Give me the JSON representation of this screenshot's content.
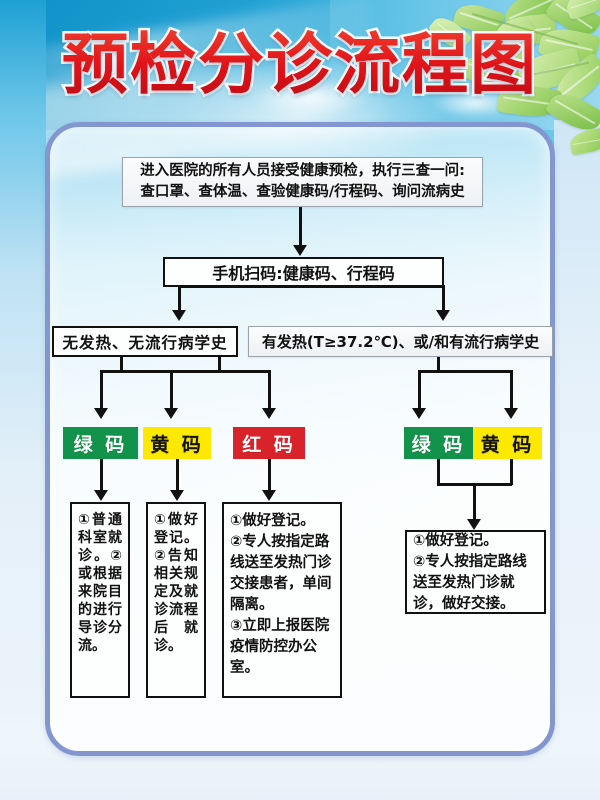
{
  "poster": {
    "title": "预检分诊流程图",
    "colors": {
      "title_red": "#e2191f",
      "panel_border": "#8496cf",
      "green_code": "#13924b",
      "yellow_code": "#fde800",
      "red_code": "#d8232a",
      "sky_blue": "#1e9fd3",
      "line_black": "#111111"
    }
  },
  "flow": {
    "step_intake": {
      "line1": "进入医院的所有人员接受健康预检，执行三查一问:",
      "line2": "查口罩、查体温、查验健康码/行程码、询问流病史"
    },
    "step_scan": {
      "label": "手机扫码:健康码、行程码"
    },
    "branch_left": {
      "label": "无发热、无流行病学史"
    },
    "branch_right": {
      "label": "有发热(T≥37.2℃)、或/和有流行病学史"
    },
    "codes_left": [
      {
        "name": "绿码",
        "label": "绿 码",
        "bg": "#13924b",
        "fg": "#ffffff"
      },
      {
        "name": "黄码",
        "label": "黄 码",
        "bg": "#fde800",
        "fg": "#121212"
      },
      {
        "name": "红码",
        "label": "红 码",
        "bg": "#d8232a",
        "fg": "#ffffff"
      }
    ],
    "codes_right": [
      {
        "name": "绿码",
        "label": "绿 码",
        "bg": "#13924b",
        "fg": "#ffffff"
      },
      {
        "name": "黄码",
        "label": "黄 码",
        "bg": "#fde800",
        "fg": "#121212"
      }
    ],
    "actions": {
      "green_left": "①普通科室就诊。②或根据来院目的进行导诊分流。",
      "yellow_left": "①做好登记。②告知相关规定及就诊流程后就诊。",
      "red": "①做好登记。\n②专人按指定路线送至发热门诊交接患者，单间隔离。\n③立即上报医院疫情防控办公室。",
      "right_combined": "①做好登记。\n②专人按指定路线送至发热门诊就诊，做好交接。"
    }
  }
}
